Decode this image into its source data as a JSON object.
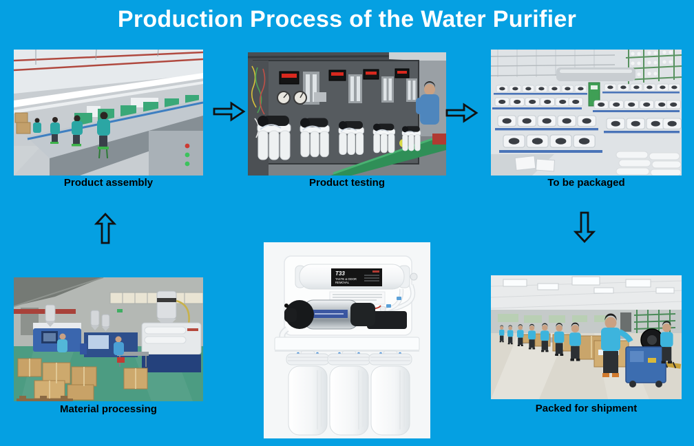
{
  "title": "Production Process of the Water Purifier",
  "colors": {
    "background": "#05a0e2",
    "title_text": "#ffffff",
    "caption_text": "#000000",
    "arrow_outline": "#111111"
  },
  "steps": {
    "assembly": {
      "caption": "Product assembly",
      "photo_alt": "Workers at a long assembly line in a factory"
    },
    "testing": {
      "caption": "Product testing",
      "photo_alt": "Water purifiers connected to a gray test panel with gauges and flow meters"
    },
    "packaging": {
      "caption": "To be packaged",
      "photo_alt": "Stacks of assembled water purifier units on blue trays awaiting packaging"
    },
    "material": {
      "caption": "Material processing",
      "photo_alt": "Injection molding machines and cartons in a green-floored workshop"
    },
    "product": {
      "photo_alt": "Five-stage reverse osmosis water purifier unit on white background"
    },
    "shipment": {
      "caption": "Packed for shipment",
      "photo_alt": "Workers in blue shirts packing cartons at a strapping line"
    }
  },
  "product_label": {
    "brand": "T33",
    "line1": "TASTE & ODOR",
    "line2": "REMOVAL"
  },
  "icons": {
    "arrow_right": "hollow right arrow",
    "arrow_up": "hollow up arrow",
    "arrow_down": "hollow down arrow"
  }
}
